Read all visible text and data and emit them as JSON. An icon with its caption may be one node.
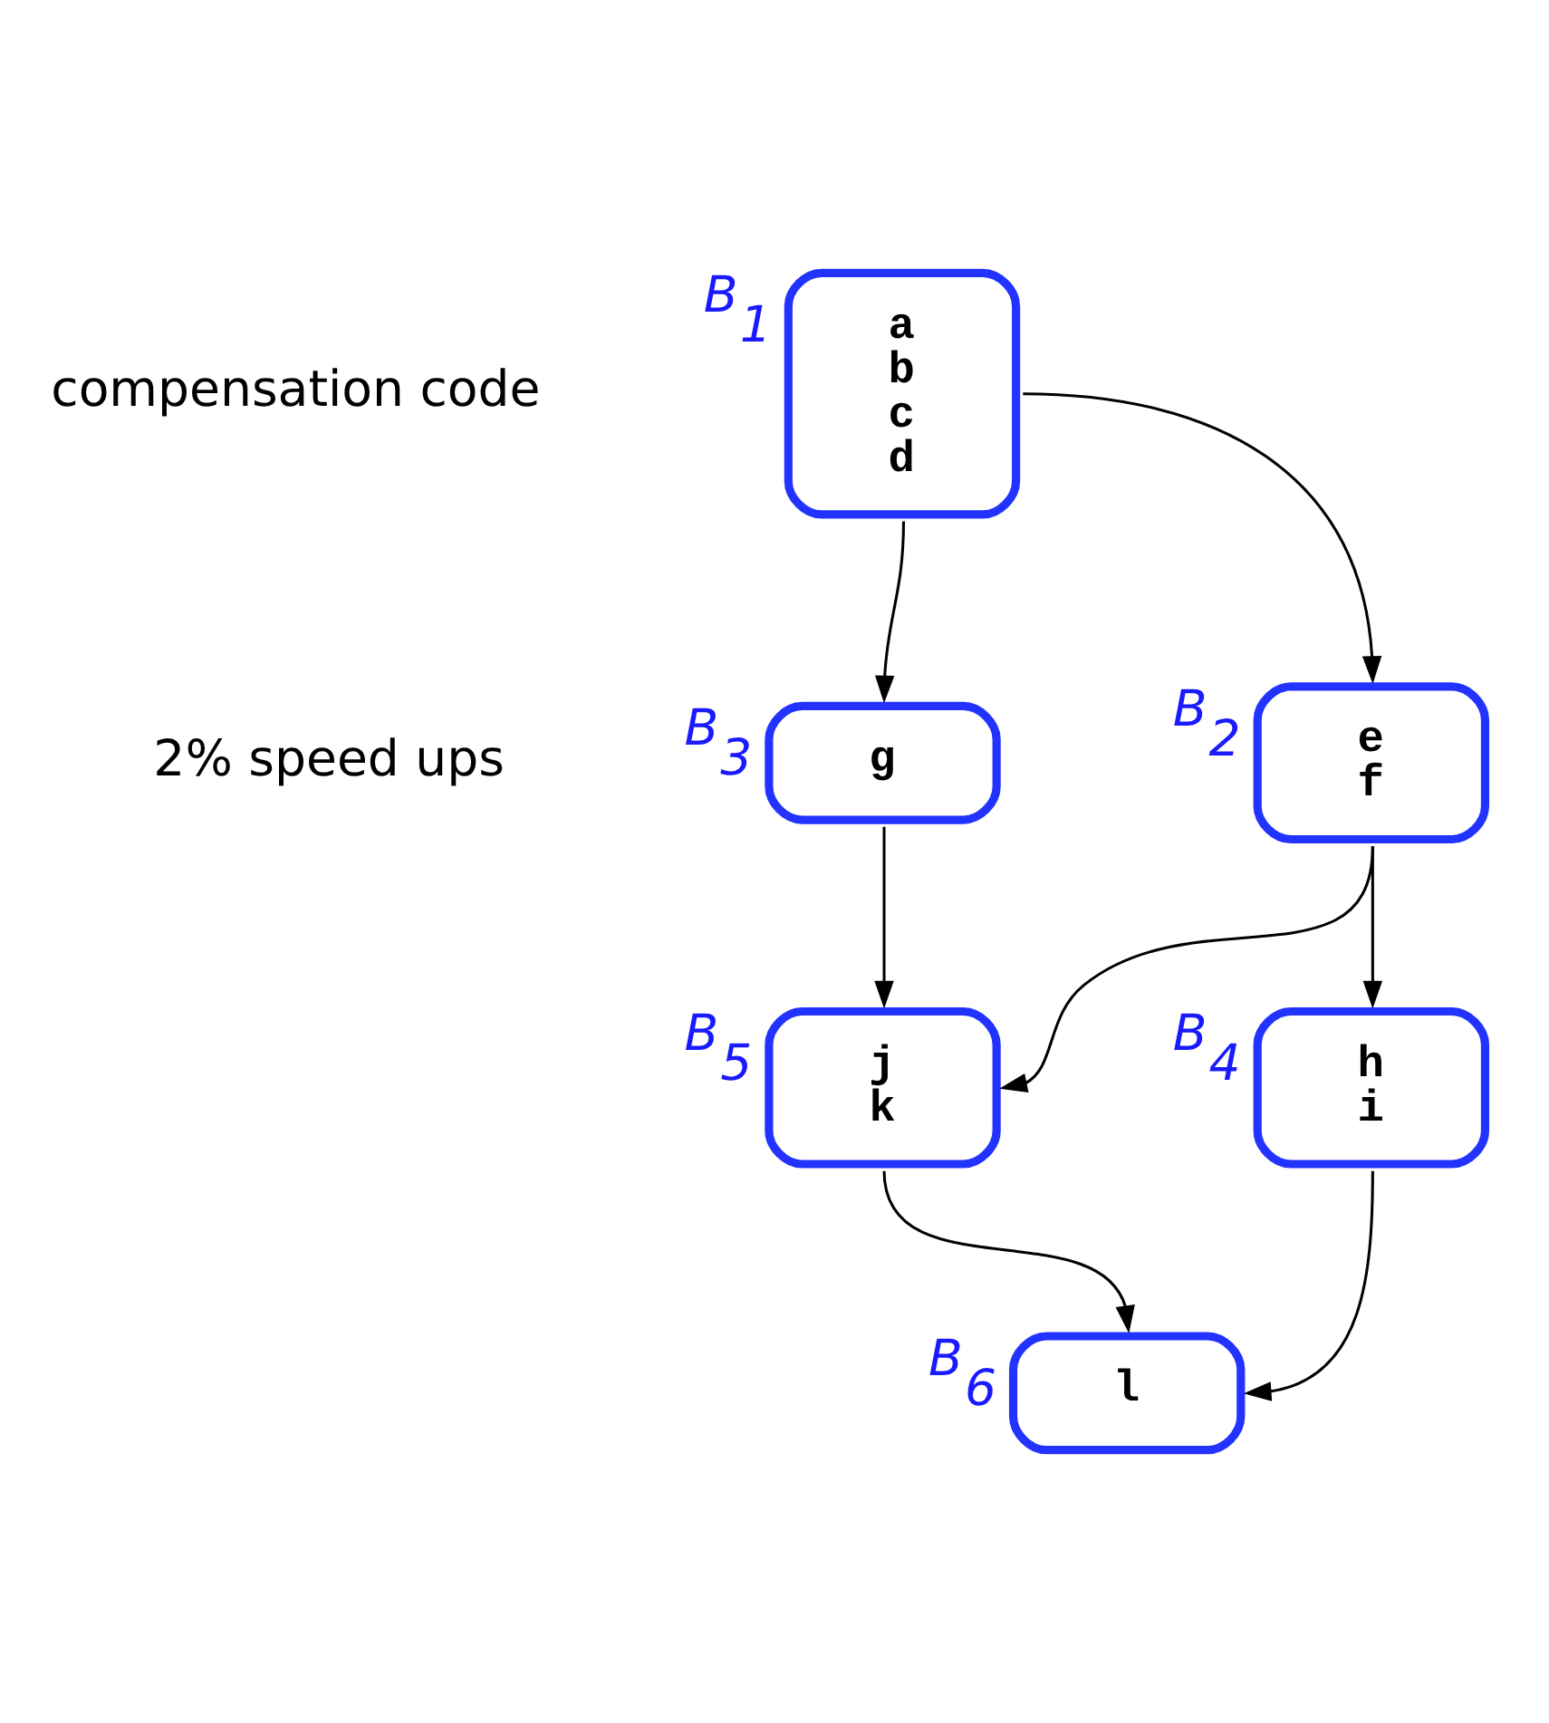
{
  "diagram": {
    "nodes": [
      {
        "text": [
          "a",
          "b",
          "c",
          "d"
        ],
        "beside": [
          "B$_{1}$"
        ]
      },
      {
        "text": [
          "e",
          "f"
        ],
        "beside": [
          "B$_{2}$"
        ]
      },
      {
        "text": [
          "g"
        ],
        "beside": [
          "B$_{3}$"
        ]
      },
      {
        "text": [
          "h",
          "i"
        ],
        "beside": [
          "B$_{4}$"
        ]
      },
      {
        "text": [
          "j",
          "k"
        ],
        "beside": [
          "B$_{5}$"
        ]
      },
      {
        "text": [
          "l"
        ],
        "beside": [
          "B$_{6}$"
        ]
      }
    ],
    "edges": [
      {
        "from": 0,
        "to": 1,
        "arrow": "to"
      },
      {
        "from": 0,
        "to": 2,
        "arrow": "to"
      },
      {
        "from": 1,
        "to": 3,
        "arrow": "to"
      },
      {
        "from": 1,
        "to": 4,
        "arrow": "to"
      },
      {
        "from": 2,
        "to": 4,
        "arrow": "to"
      },
      {
        "from": 3,
        "to": 5,
        "arrow": "to"
      },
      {
        "from": 4,
        "to": 5,
        "arrow": "to"
      }
    ],
    "labels": [
      "compensation code",
      "2% speed ups"
    ]
  }
}
